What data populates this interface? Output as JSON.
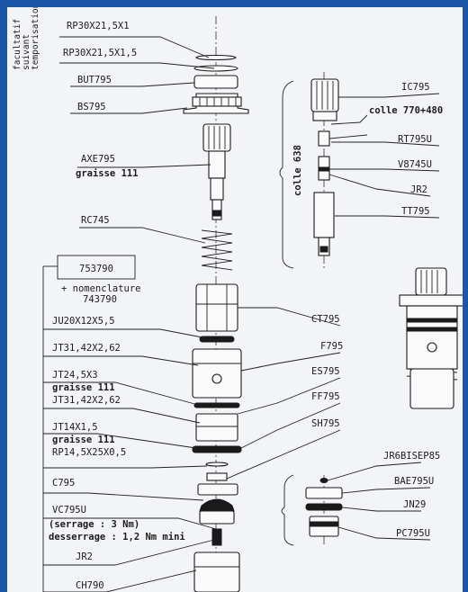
{
  "side_note": [
    "facultatif",
    "suivant",
    "temporisation"
  ],
  "left_labels": {
    "rp30_1": "RP30X21,5X1",
    "rp30_15": "RP30X21,5X1,5",
    "but": "BUT795",
    "bs": "BS795",
    "axe": "AXE795",
    "axe_grease": "graisse 111",
    "rc": "RC745",
    "ref": "753790",
    "nomenclature": "+ nomenclature",
    "nomenclature_ref": "743790",
    "ju": "JU20X12X5,5",
    "jt31_a": "JT31,42X2,62",
    "jt24": "JT24,5X3",
    "jt24_grease": "graisse 111",
    "jt31_b": "JT31,42X2,62",
    "jt14": "JT14X1,5",
    "jt14_grease": "graisse 111",
    "rp14": "RP14,5X25X0,5",
    "c795": "C795",
    "vc": "VC795U",
    "serrage": "(serrage : 3 Nm)",
    "desserrage": "desserrage : 1,2 Nm mini",
    "jr2": "JR2",
    "ch": "CH790"
  },
  "right_labels": {
    "ic": "IC795",
    "colle": "colle 770+480",
    "colle638": "colle 638",
    "rt": "RT795U",
    "v8745": "V8745U",
    "jr2": "JR2",
    "tt": "TT795",
    "ct": "CT795",
    "f": "F795",
    "es": "ES795",
    "ff": "FF795",
    "sh": "SH795",
    "jr6": "JR6BISEP85",
    "bae": "BAE795U",
    "jn": "JN29",
    "pc": "PC795U"
  }
}
